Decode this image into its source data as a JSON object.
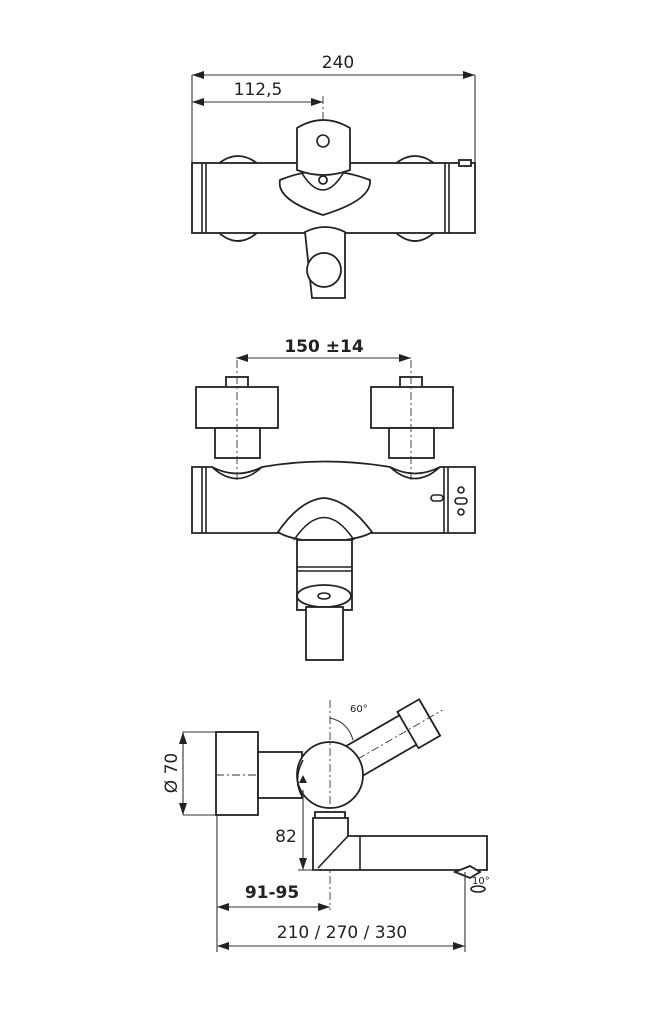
{
  "top_view": {
    "overall_width": "240",
    "handle_offset": "112,5"
  },
  "front_view": {
    "inlet_spacing": "150 ±14"
  },
  "side_view": {
    "rosette_diameter": "Ø 70",
    "handle_angle": "60°",
    "spout_height": "82",
    "wall_distance": "91-95",
    "spout_lengths": "210 / 270 / 330",
    "spout_angle": "10°"
  }
}
